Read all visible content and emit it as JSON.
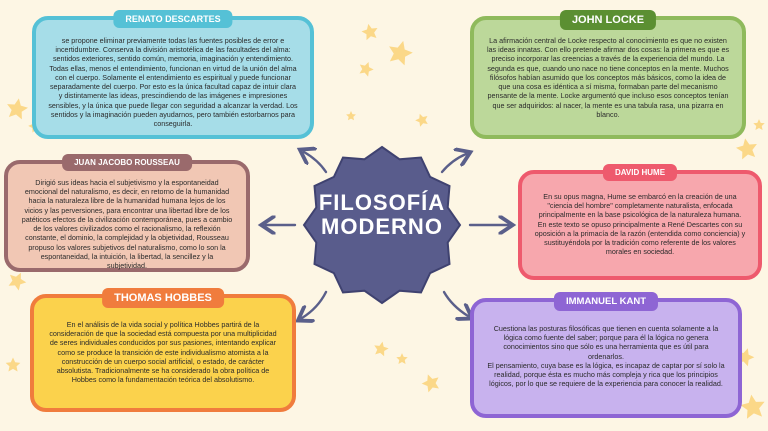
{
  "center": {
    "title_line1": "FILOSOFÍA",
    "title_line2": "MODERNO"
  },
  "cards": {
    "descartes": {
      "name": "RENATO DESCARTES",
      "text": "se propone eliminar previamente todas las fuentes posibles de error e incertidumbre. Conserva la división aristotélica de las facultades del alma: sentidos exteriores, sentido común, memoria, imaginación y entendimiento. Todas ellas, menos el entendimiento, funcionan en virtud de la unión del alma con el cuerpo. Solamente el entendimiento es espiritual y puede funcionar separadamente del cuerpo. Por esto es la única facultad capaz de intuir clara y distintamente las ideas, prescindiendo de las imágenes e impresiones sensibles, y la única que puede llegar con seguridad a alcanzar la verdad. Los sentidos y la imaginación pueden ayudarnos, pero también estorbarnos para conseguirla."
    },
    "locke": {
      "name": "JOHN LOCKE",
      "text": "La afirmación central de Locke respecto al conocimiento es que no existen las ideas innatas. Con ello pretende afirmar dos cosas: la primera es que es preciso incorporar las creencias a través de la experiencia del mundo. La segunda es que, cuando uno nace no tiene conceptos en la mente. Muchos filósofos habían asumido que los conceptos más básicos, como la idea de que una cosa es idéntica a sí misma, formaban parte del mecanismo pensante de la mente. Locke argumentó que incluso esos conceptos tenían que ser adquiridos: al nacer, la mente es una tabula rasa, una pizarra en blanco."
    },
    "rousseau": {
      "name": "JUAN JACOBO ROUSSEAU",
      "text": "Dirigió sus ideas hacia el subjetivismo y la espontaneidad emocional del naturalismo, es decir, en retorno de la humanidad hacia la naturaleza libre de la humanidad humana lejos de los vicios y las perversiones, para encontrar una libertad libre de los patéticos efectos de la civilización contemporánea, pues a cambio de los valores civilizados como el racionalismo, la reflexión constante, el dominio, la complejidad y la objetividad, Rousseau propuso los valores subjetivos del naturalismo, como lo son la espontaneidad, la intuición, la libertad, la sencillez y la subjetividad."
    },
    "hume": {
      "name": "DAVID HUME",
      "text": "En su opus magna, Hume se embarcó en la creación de una \"ciencia del hombre\" completamente naturalista, enfocada principalmente en la base psicológica de la naturaleza humana. En este texto se opuso principalmente a René Descartes con su oposición a la primacía de la razón (entendida como conciencia) y sustituyéndola por la tradición como referente de los valores morales en sociedad."
    },
    "hobbes": {
      "name": "THOMAS HOBBES",
      "text": "En el análisis de la vida social y política Hobbes partirá de la consideración de que la sociedad está compuesta por una multiplicidad de seres individuales conducidos por sus pasiones, intentando explicar como se produce la transición de este individualismo atomista a la construcción de un cuerpo social artificial, o estado, de carácter absolutista. Tradicionalmente se ha considerado la obra política de Hobbes como la fundamentación teórica del absolutismo."
    },
    "kant": {
      "name": "IMMANUEL KANT",
      "text": "Cuestiona las posturas filosóficas que tienen en cuenta solamente a la lógica como fuente del saber; porque para él la lógica no genera conocimientos sino que sólo es una herramienta que es útil para ordenarlos.\nEl pensamiento, cuya base es la lógica, es incapaz de captar por sí solo la realidad, porque ésta es mucho más compleja y rica que los principios lógicos, por lo que se requiere de la experiencia para conocer la realidad."
    }
  },
  "colors": {
    "background": "#fdf6e4",
    "descartes_fill": "#a6dde8",
    "descartes_border": "#55c1d6",
    "locke_fill": "#bcd89a",
    "locke_border": "#8fba5c",
    "locke_tag": "#5b8f32",
    "rousseau_fill": "#f1c7b4",
    "rousseau_border": "#9a6a6c",
    "hume_fill": "#f7a7ad",
    "hume_border": "#ee5a6d",
    "hobbes_fill": "#fbd24c",
    "hobbes_border": "#f07c3d",
    "kant_fill": "#c8b2ee",
    "kant_border": "#8e65d4",
    "center_fill": "#595c8c",
    "arrow": "#5a5f8a",
    "star": "#fbd888"
  }
}
